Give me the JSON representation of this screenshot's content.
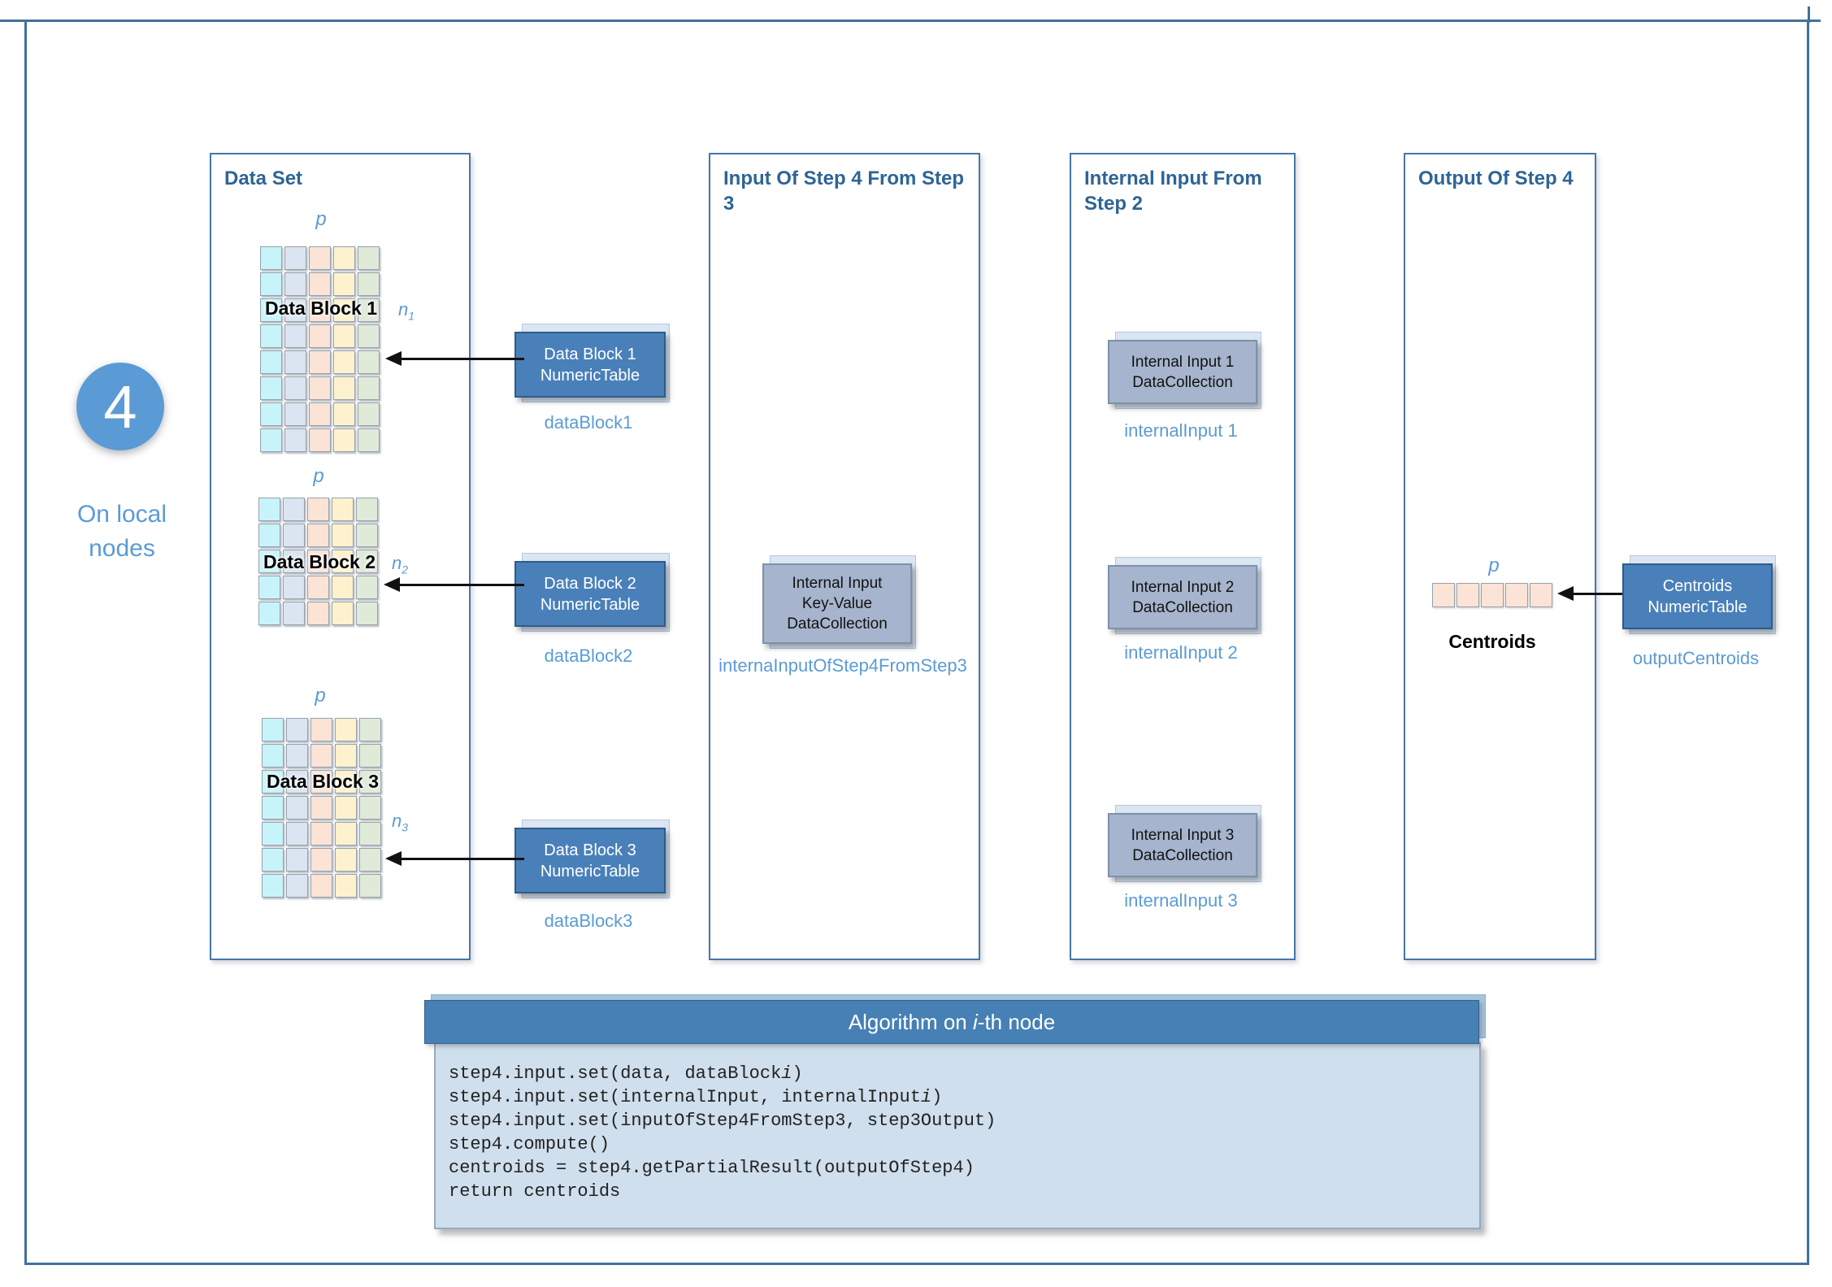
{
  "badge": {
    "number": "4",
    "caption": "On local nodes"
  },
  "panels": {
    "dataset": {
      "title": "Data Set"
    },
    "inputFromStep3": {
      "title": "Input Of Step 4 From Step 3"
    },
    "internalFromStep2": {
      "title": "Internal Input From Step 2"
    },
    "output": {
      "title": "Output Of Step 4"
    }
  },
  "dataset": {
    "column_colors": [
      "#c7f4fa",
      "#dbe5f1",
      "#fbe3d6",
      "#fdf2cd",
      "#dfead9"
    ],
    "blocks": [
      {
        "label": "Data Block 1",
        "dim_label": "p",
        "n_base": "n",
        "n_sub": "1",
        "rows": 8,
        "cols": 5,
        "column_colors": [
          "#c7f4fa",
          "#dbe5f1",
          "#fbe3d6",
          "#fdf2cd",
          "#dfead9"
        ]
      },
      {
        "label": "Data Block 2",
        "dim_label": "p",
        "n_base": "n",
        "n_sub": "2",
        "rows": 5,
        "cols": 5,
        "column_colors": [
          "#c7f4fa",
          "#dbe5f1",
          "#fbe3d6",
          "#fdf2cd",
          "#dfead9"
        ]
      },
      {
        "label": "Data Block 3",
        "dim_label": "p",
        "n_base": "n",
        "n_sub": "3",
        "rows": 7,
        "cols": 5,
        "column_colors": [
          "#c7f4fa",
          "#dbe5f1",
          "#fbe3d6",
          "#fdf2cd",
          "#dfead9"
        ]
      }
    ]
  },
  "nodes": {
    "dataBlockBoxes": [
      {
        "line1": "Data Block 1",
        "line2": "NumericTable",
        "caption": "dataBlock1"
      },
      {
        "line1": "Data Block 2",
        "line2": "NumericTable",
        "caption": "dataBlock2"
      },
      {
        "line1": "Data Block 3",
        "line2": "NumericTable",
        "caption": "dataBlock3"
      }
    ],
    "kvBox": {
      "line1": "Internal Input",
      "line2": "Key-Value",
      "line3": "DataCollection",
      "caption": "internaInputOfStep4FromStep3"
    },
    "internalBoxes": [
      {
        "line1": "Internal Input 1",
        "line2": "DataCollection",
        "caption": "internalInput 1"
      },
      {
        "line1": "Internal Input 2",
        "line2": "DataCollection",
        "caption": "internalInput 2"
      },
      {
        "line1": "Internal Input 3",
        "line2": "DataCollection",
        "caption": "internalInput 3"
      }
    ],
    "centroidsBox": {
      "line1": "Centroids",
      "line2": "NumericTable",
      "caption": "outputCentroids"
    }
  },
  "output": {
    "dim_label": "p",
    "row_label": "Centroids",
    "rows": 1,
    "cols": 5,
    "column_colors": [
      "#fbe3d6",
      "#fbe3d6",
      "#fbe3d6",
      "#fbe3d6",
      "#fbe3d6"
    ]
  },
  "code": {
    "title_pre": "Algorithm on ",
    "title_i": "i",
    "title_post": "-th node",
    "lines": [
      {
        "pre": "step4.input.set(data, dataBlock",
        "it": "i",
        "post": ")"
      },
      {
        "pre": "step4.input.set(internalInput, internalInput",
        "it": "i",
        "post": ")"
      },
      {
        "pre": "step4.input.set(inputOfStep4FromStep3, step3Output)",
        "it": "",
        "post": ""
      },
      {
        "pre": "step4.compute()",
        "it": "",
        "post": ""
      },
      {
        "pre": "centroids = step4.getPartialResult(outputOfStep4)",
        "it": "",
        "post": ""
      },
      {
        "pre": "return centroids",
        "it": "",
        "post": ""
      }
    ]
  },
  "colors": {
    "frame": "#41719c",
    "accent": "#5b9bd5",
    "box_blue": "#4a80b9",
    "box_gray": "#a6b5cd",
    "code_bg": "#cfdfed",
    "titlebar": "#4680b4"
  }
}
